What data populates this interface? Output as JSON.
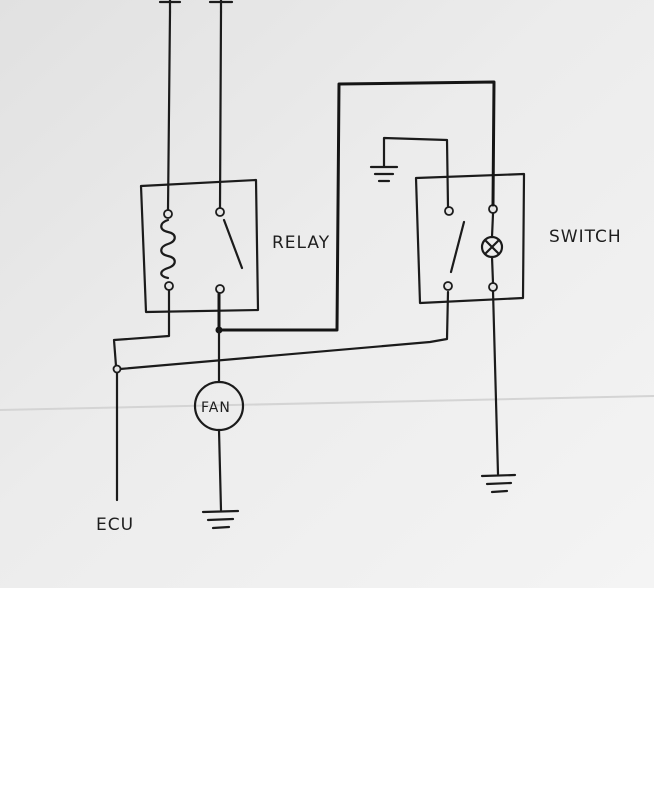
{
  "diagram": {
    "labels": {
      "relay": "RELAY",
      "switch": "SWITCH",
      "fan": "FAN",
      "ecu": "ECU",
      "supply_1": "+",
      "supply_2": "+"
    },
    "colors": {
      "paper": "#e9e9e9",
      "paper_shadow": "#d6d6d6",
      "ink": "#1b1b1b",
      "below_sheet": "#ffffff"
    }
  }
}
